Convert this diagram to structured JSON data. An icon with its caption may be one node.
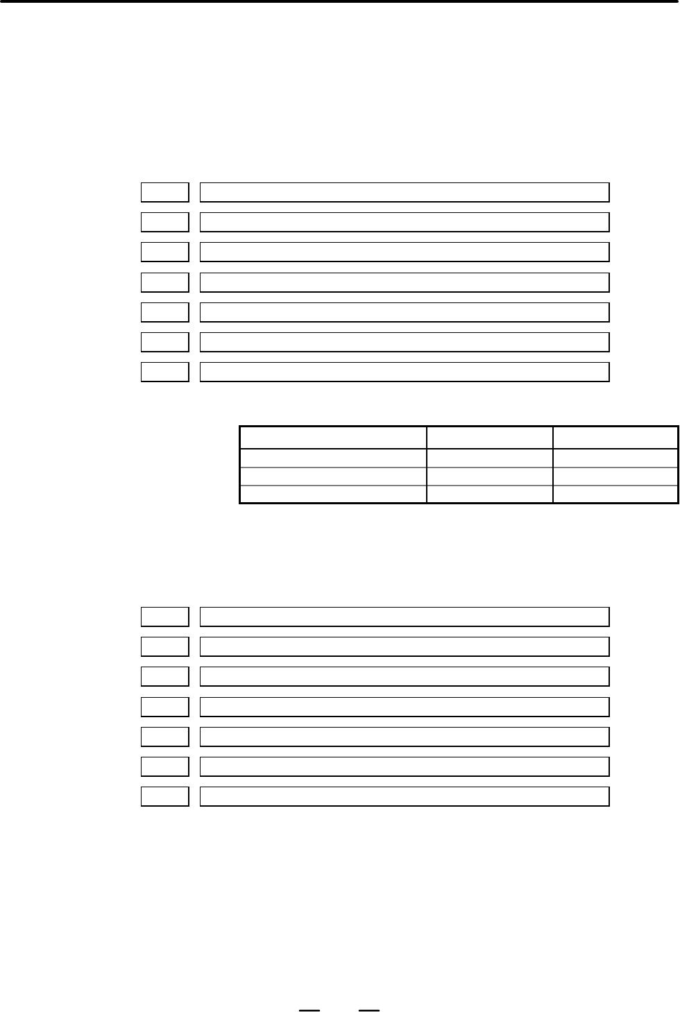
{
  "diagram": {
    "nodes": [
      {
        "text": [],
        "shape": "box"
      },
      {
        "text": [],
        "shape": "box"
      },
      {
        "text": [],
        "shape": "box"
      },
      {
        "text": [],
        "shape": "box"
      },
      {
        "text": [],
        "shape": "box"
      },
      {
        "text": [],
        "shape": "box"
      },
      {
        "text": [],
        "shape": "box"
      },
      {
        "text": [],
        "shape": "box"
      },
      {
        "text": [],
        "shape": "box"
      },
      {
        "text": [],
        "shape": "box"
      },
      {
        "text": [],
        "shape": "box"
      },
      {
        "text": [],
        "shape": "box"
      },
      {
        "text": [],
        "shape": "box"
      },
      {
        "text": [],
        "shape": "box"
      },
      {
        "text": [],
        "shape": "table"
      },
      {
        "text": [],
        "shape": "box"
      },
      {
        "text": [],
        "shape": "box"
      },
      {
        "text": [],
        "shape": "box"
      },
      {
        "text": [],
        "shape": "box"
      },
      {
        "text": [],
        "shape": "box"
      },
      {
        "text": [],
        "shape": "box"
      },
      {
        "text": [],
        "shape": "box"
      },
      {
        "text": [],
        "shape": "box"
      },
      {
        "text": [],
        "shape": "box"
      },
      {
        "text": [],
        "shape": "box"
      },
      {
        "text": [],
        "shape": "box"
      },
      {
        "text": [],
        "shape": "box"
      },
      {
        "text": [],
        "shape": "box"
      },
      {
        "text": [],
        "shape": "box"
      }
    ]
  }
}
